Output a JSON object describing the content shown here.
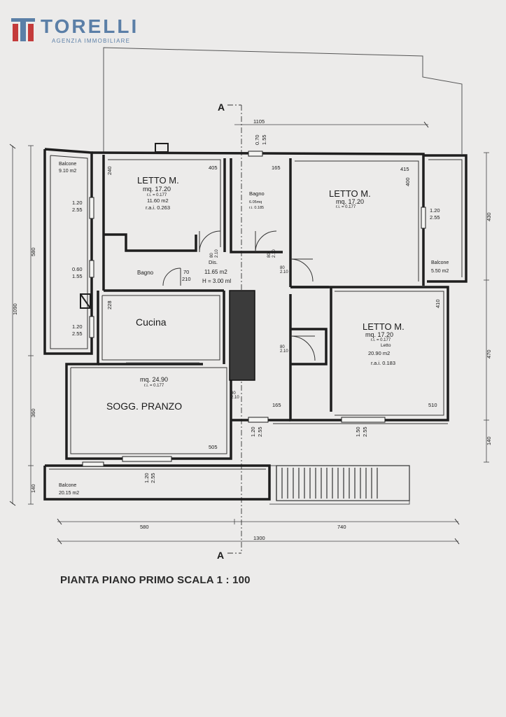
{
  "logo": {
    "name": "TORELLI",
    "subtitle": "AGENZIA IMMOBILIARE",
    "brand_color": "#5b7fa7",
    "accent_color": "#c43b3b"
  },
  "section_marks": {
    "top": "A",
    "bottom": "A"
  },
  "rooms": {
    "letto_nw": {
      "title": "LETTO M.",
      "area": "mq. 17.20",
      "ri": "r.i. = 0.177",
      "sub_area": "11.60 m2",
      "ral": "r.a.i. 0.263"
    },
    "letto_ne": {
      "title": "LETTO M.",
      "area": "mq. 17.20",
      "ri": "r.i. = 0.177"
    },
    "letto_se": {
      "title": "LETTO M.",
      "area": "mq. 17.20",
      "ri": "r.i. = 0.177",
      "label": "Letto",
      "sub_area": "20.90 m2",
      "ral": "r.a.i. 0.183"
    },
    "bagno_1": {
      "title": "Bagno",
      "area": "6.05mq",
      "ri": "r.i. 0.185"
    },
    "bagno_2": {
      "title": "Bagno"
    },
    "dis": {
      "title": "Dis.",
      "area": "11.65 m2",
      "height": "H = 3.00 ml"
    },
    "cucina": {
      "title": "Cucina"
    },
    "soggiorno": {
      "title": "SOGG. PRANZO",
      "area": "mq. 24.90",
      "ri": "r.i. = 0.177"
    },
    "balcone_w": {
      "title": "Balcone",
      "area": "9.10 m2"
    },
    "balcone_e": {
      "title": "Balcone",
      "area": "5.50 m2"
    },
    "balcone_s": {
      "title": "Balcone",
      "area": "20.15 m2"
    }
  },
  "dims": {
    "top": "1105",
    "bottom_total": "1300",
    "bottom_left": "580",
    "bottom_right": "740",
    "left_total": "1090",
    "left_upper": "580",
    "left_lower": "360",
    "left_balcony": "140",
    "right_upper": "430",
    "right_mid": "470",
    "right_low": "140",
    "r405": "405",
    "r240": "240",
    "r165a": "165",
    "r415": "415",
    "r400": "400",
    "r228": "228",
    "r410": "410",
    "r510": "510",
    "r505": "505",
    "r165b": "165",
    "w70": "70",
    "w210": "210",
    "w1_a": "1.20",
    "w1_b": "2.55",
    "w2_a": "0.60",
    "w2_b": "1.55",
    "w3_a": "1.20",
    "w3_b": "2.55",
    "w4_a": "1.20",
    "w4_b": "2.55",
    "w5_a": "1.20",
    "w5_b": "2.55",
    "w6_a": "1.20",
    "w6_b": "2.55",
    "w7_a": "1.50",
    "w7_b": "2.55",
    "w8_a": "0.70",
    "w8_b": "1.55",
    "d1_a": "80",
    "d1_b": "2.10",
    "d2_a": "80",
    "d2_b": "2.10",
    "d3_a": "80",
    "d3_b": "2.10",
    "d4_a": "80",
    "d4_b": "2.10",
    "d5_a": "80",
    "d5_b": "2.10"
  },
  "caption": "PIANTA PIANO PRIMO SCALA 1 : 100"
}
